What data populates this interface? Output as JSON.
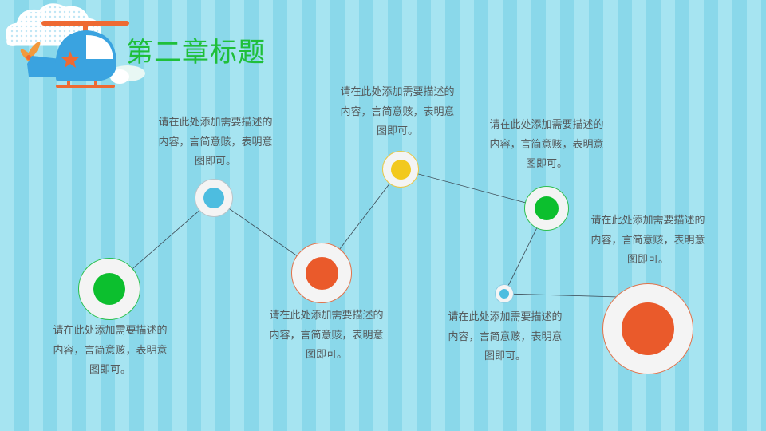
{
  "slide": {
    "title": "第二章标题",
    "items": [
      {
        "line1": "请在此处添加需要描述的",
        "line2": "内容，言简意赅，表明意",
        "line3": "图即可。"
      },
      {
        "line1": "请在此处添加需要描述的",
        "line2": "内容，言简意赅，表明意",
        "line3": "图即可。"
      },
      {
        "line1": "请在此处添加需要描述的",
        "line2": "内容，言简意赅，表明意",
        "line3": "图即可。"
      },
      {
        "line1": "请在此处添加需要描述的",
        "line2": "内容，言简意赅，表明意",
        "line3": "图即可。"
      },
      {
        "line1": "请在此处添加需要描述的",
        "line2": "内容，言简意赅，表明意",
        "line3": "图即可。"
      },
      {
        "line1": "请在此处添加需要描述的",
        "line2": "内容，言简意赅，表明意",
        "line3": "图即可。"
      },
      {
        "line1": "请在此处添加需要描述的",
        "line2": "内容，言简意赅，表明意",
        "line3": "图即可。"
      }
    ],
    "colors": {
      "green": "#0cbf2e",
      "blue": "#4dbde0",
      "orange": "#ea5a2b",
      "yellow": "#f2c91e",
      "title": "#1fbf3a"
    }
  }
}
